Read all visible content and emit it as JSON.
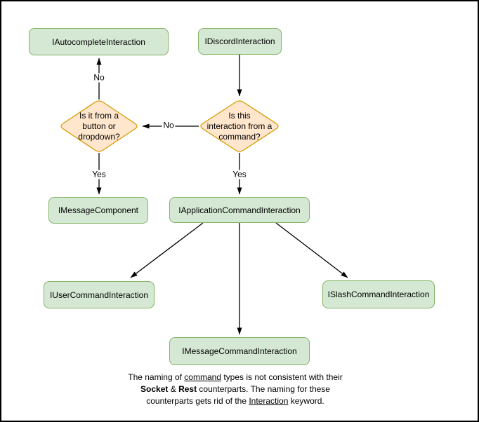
{
  "diagram": {
    "nodes": {
      "autocomplete": {
        "label": "IAutocompleteInteraction"
      },
      "discord": {
        "label": "IDiscordInteraction"
      },
      "message_component": {
        "label": "IMessageComponent"
      },
      "application_command": {
        "label": "IApplicationCommandInteraction"
      },
      "user_command": {
        "label": "IUserCommandInteraction"
      },
      "message_command": {
        "label": "IMessageCommandInteraction"
      },
      "slash_command": {
        "label": "ISlashCommandInteraction"
      }
    },
    "decisions": {
      "from_command": {
        "label": "Is this\ninteraction from a\ncommand?"
      },
      "button_dropdown": {
        "label": "Is it from a\nbutton or\ndropdown?"
      }
    },
    "edge_labels": {
      "command_no": "No",
      "button_no": "No",
      "button_yes": "Yes",
      "command_yes": "Yes"
    },
    "note": {
      "lines": [
        {
          "segments": [
            {
              "text": "The naming of ",
              "style": "normal"
            },
            {
              "text": "command",
              "style": "underline"
            },
            {
              "text": " types is not consistent with their",
              "style": "normal"
            }
          ]
        },
        {
          "segments": [
            {
              "text": "Socket",
              "style": "bold"
            },
            {
              "text": " & ",
              "style": "normal"
            },
            {
              "text": "Rest",
              "style": "bold"
            },
            {
              "text": " counterparts. The naming for these",
              "style": "normal"
            }
          ]
        },
        {
          "segments": [
            {
              "text": "counterparts gets rid of the ",
              "style": "normal"
            },
            {
              "text": "Interaction",
              "style": "underline"
            },
            {
              "text": " keyword.",
              "style": "normal"
            }
          ]
        }
      ]
    },
    "colors": {
      "node_fill": "#d5e8d4",
      "node_stroke": "#82b366",
      "decision_fill": "#ffe6cc",
      "decision_stroke": "#d79b00",
      "edge": "#000000",
      "background": "#ffffff",
      "frame_border": "#000000"
    }
  }
}
